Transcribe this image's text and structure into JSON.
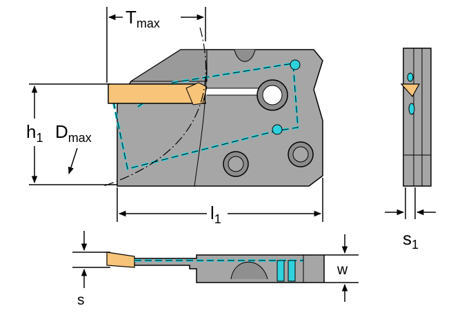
{
  "labels": {
    "t_main": "T",
    "t_sub": "max",
    "h_main": "h",
    "h_sub": "1",
    "d_main": "D",
    "d_sub": "max",
    "l_main": "l",
    "l_sub": "1",
    "s1_main": "s",
    "s1_sub": "1",
    "w": "w",
    "s": "s"
  },
  "colors": {
    "body": "#a6a6a6",
    "body_dark": "#8c8c8c",
    "insert": "#f7c47a",
    "coolant": "#2fd1dc",
    "line": "#000000"
  }
}
